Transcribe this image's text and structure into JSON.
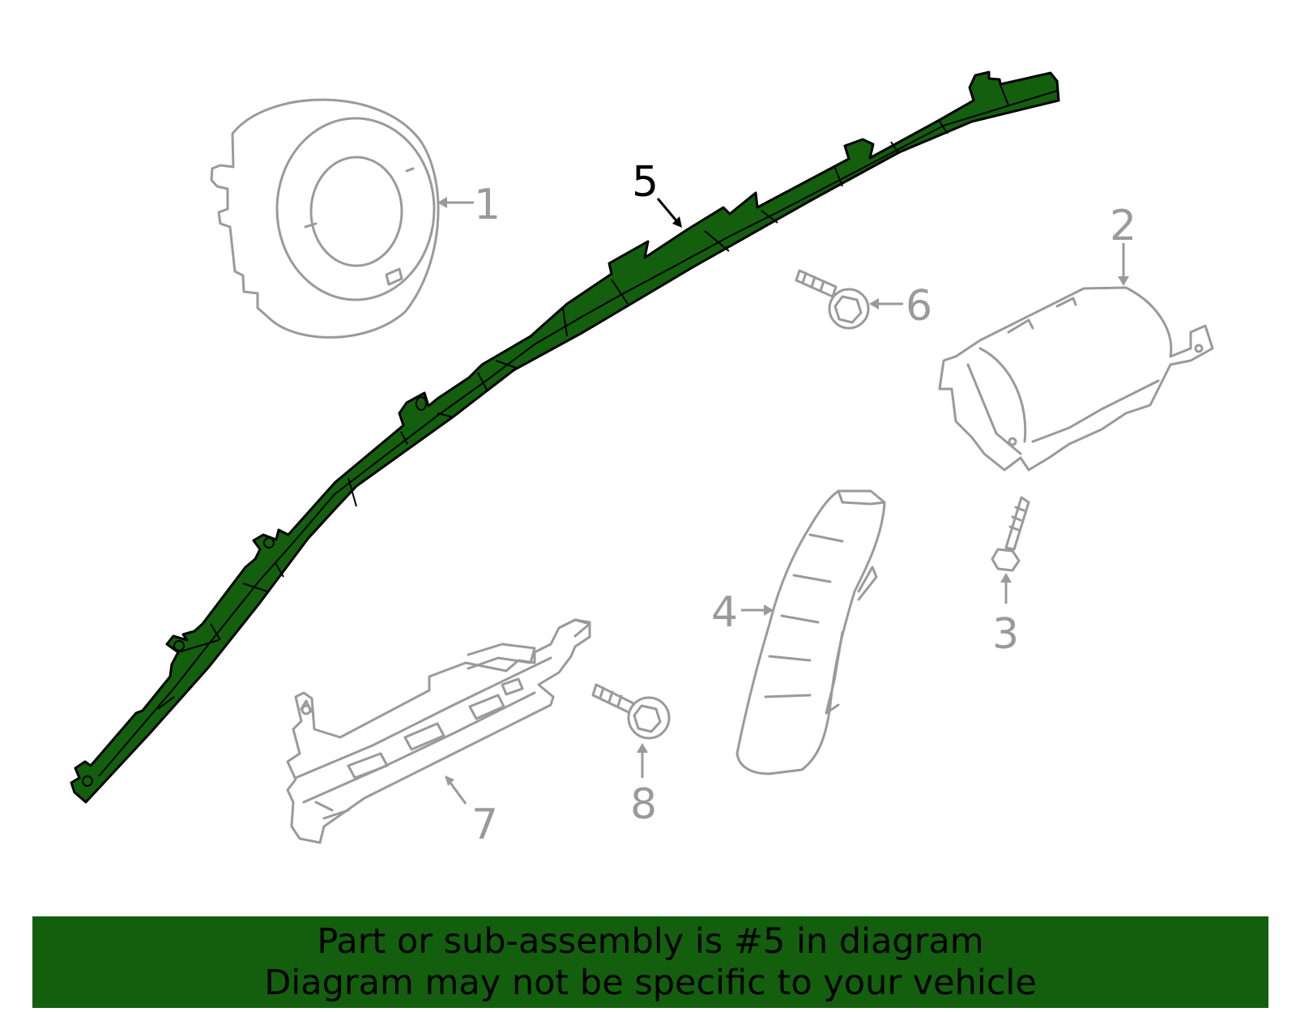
{
  "callouts": {
    "1": "1",
    "2": "2",
    "3": "3",
    "4": "4",
    "5": "5",
    "6": "6",
    "7": "7",
    "8": "8"
  },
  "highlighted_part": "5",
  "colors": {
    "highlight": "#135f0e",
    "outline": "#9a9a9a",
    "banner_bg": "#135f0e",
    "banner_text": "#000000"
  },
  "banner": {
    "line1": "Part or sub-assembly is #5 in diagram",
    "line2": "Diagram may not be specific to your vehicle"
  }
}
